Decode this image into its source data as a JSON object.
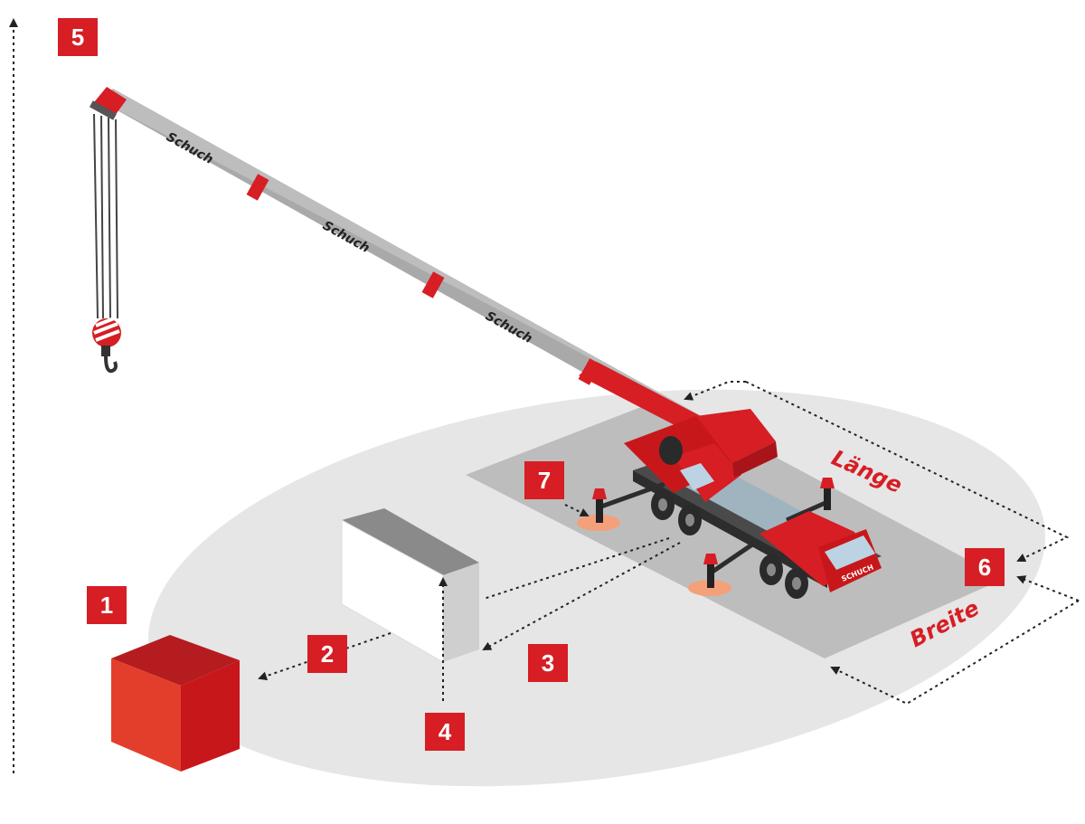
{
  "colors": {
    "accent": "#d61e24",
    "accent_dark": "#a8141a",
    "ground": "#e6e6e6",
    "pad": "#bdbdbd",
    "boom": "#a9a9a9",
    "arrow": "#222222"
  },
  "badges": [
    "1",
    "2",
    "3",
    "4",
    "5",
    "6",
    "7"
  ],
  "labels": {
    "length": "Länge",
    "width": "Breite"
  },
  "brand": {
    "boom_text": "Schuch",
    "cab_text": "SCHUCH"
  }
}
